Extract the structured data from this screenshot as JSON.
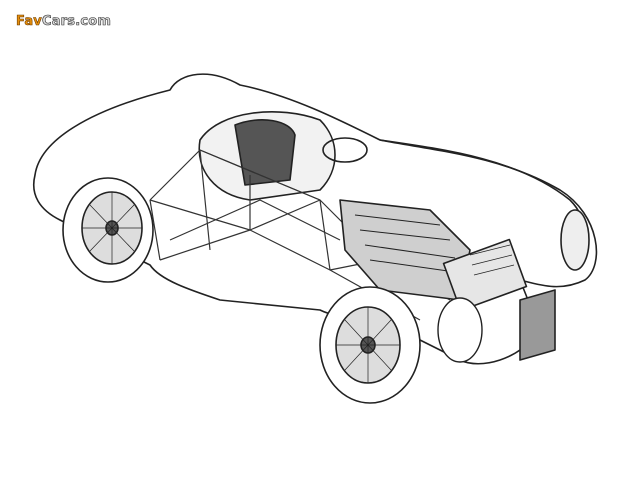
{
  "watermark": {
    "part1": "Fav",
    "part2": "Cars.com",
    "fav_color": "#e8900c"
  },
  "illustration": {
    "subject": "car-cutaway-drawing"
  }
}
